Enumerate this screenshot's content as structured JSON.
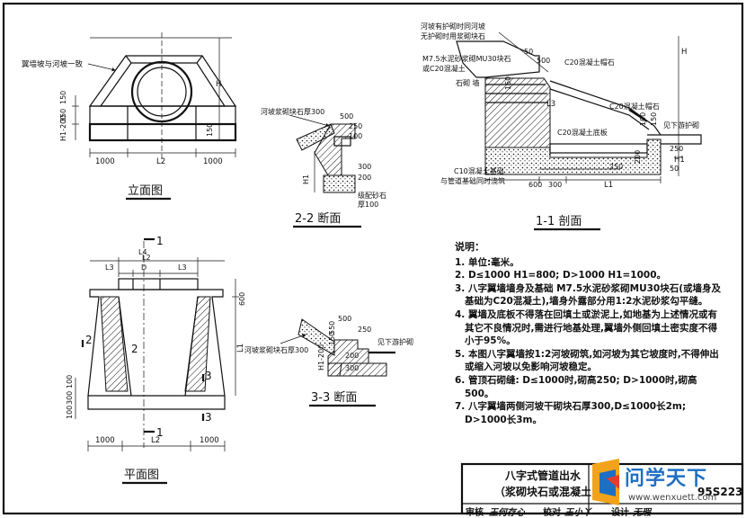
{
  "views": {
    "elevation": {
      "title": "立面图",
      "callout": "翼墙坡与河坡一致",
      "dims_bottom": [
        "1000",
        "L2",
        "1000"
      ],
      "dims_left": [
        "H1-200",
        "350",
        "150"
      ],
      "dims_right": [
        "H",
        "150"
      ]
    },
    "section_2_2": {
      "title": "2-2 断面",
      "callout": "河坡浆砌块石厚300",
      "dims": [
        "500",
        "250",
        "100",
        "300",
        "200",
        "H1"
      ],
      "bottom_note_1": "级配砂石",
      "bottom_note_2": "厚100"
    },
    "section_3_3": {
      "title": "3-3 断面",
      "callout": "河坡浆砌块石厚300",
      "callout_right": "见下游护砌",
      "dims": [
        "500",
        "250",
        "H1-200",
        "550",
        "150",
        "200",
        "300"
      ]
    },
    "section_1_1": {
      "title": "1-1 剖面",
      "callouts": [
        "河坡有护砌时同河坡",
        "无护砌时用浆砌块石",
        "M7.5水泥砂浆砌MU30块石",
        "或C20混凝土",
        "石砌 墙",
        "C20混凝土帽石",
        "C20混凝土帽石",
        "C20混凝土底板",
        "见下游护砌",
        "C10混凝土基础",
        "与管道基础同时浇筑"
      ],
      "dims": [
        "50",
        "500",
        "150",
        "100",
        "200",
        "150",
        "250",
        "50",
        "250",
        "600",
        "300",
        "L1",
        "H1",
        "H",
        "L3"
      ]
    },
    "plan": {
      "title": "平面图",
      "cut_labels": [
        "1",
        "1",
        "2",
        "2",
        "3",
        "3"
      ],
      "dims_top": [
        "L4",
        "L3",
        "D",
        "L3",
        "L2"
      ],
      "dims_right": [
        "600",
        "L1"
      ],
      "dims_left": [
        "100",
        "300",
        "100"
      ],
      "dims_bottom": [
        "1000",
        "L2",
        "1000"
      ]
    }
  },
  "notes": {
    "heading": "说明：",
    "items": [
      "1. 单位:毫米。",
      "2. D≤1000 H1=800; D>1000 H1=1000。",
      "3. 八字翼墙墙身及基础 M7.5水泥砂浆砌MU30块石(或墙身及基础为C20混凝土),墙身外露部分用1:2水泥砂浆勾平缝。",
      "4. 翼墙及底板不得落在回填土或淤泥上,如地基为上述情况或有其它不良情况时,需进行地基处理,翼墙外侧回填土密实度不得小于95%。",
      "5. 本图八字翼墙按1:2河坡砌筑,如河坡为其它坡度时,不得伸出或缩入河坡以免影响河坡稳定。",
      "6. 管顶石砌缝: D≤1000时,砌高250; D>1000时,砌高500。",
      "7. 八字翼墙两侧河坡干砌块石厚300,D≤1000长2m; D>1000长3m。"
    ]
  },
  "title_block": {
    "drawing_title_1": "八字式管道出水",
    "drawing_title_2": "（浆砌块石或混凝土",
    "drawing_number": "95S223",
    "row_labels": [
      "审核",
      "校对",
      "设计"
    ],
    "signatures": [
      "王何存心",
      "王小丫",
      "无瑕"
    ]
  },
  "watermark": {
    "brand": "问学天下",
    "url": "www.wenxuett.com"
  }
}
